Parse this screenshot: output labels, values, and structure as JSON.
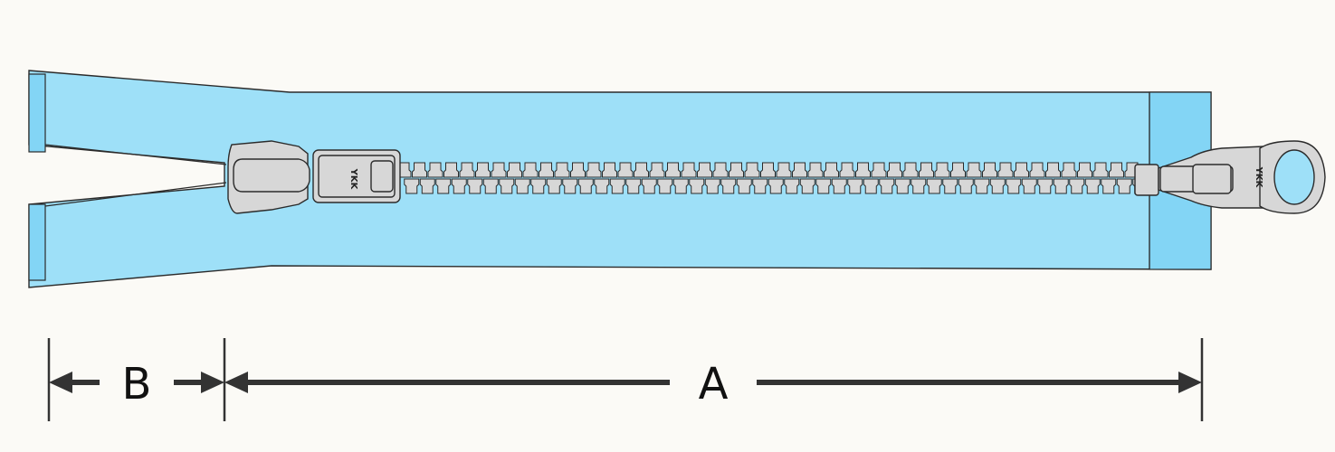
{
  "colors": {
    "background": "#fbfaf6",
    "tape": "#9ee0f8",
    "tape_end": "#83d5f5",
    "metal": "#d7d7d7",
    "outline": "#2b2b2b",
    "dimension": "#333333"
  },
  "brand": "YKK",
  "dimensions": {
    "a_label": "A",
    "b_label": "B"
  }
}
